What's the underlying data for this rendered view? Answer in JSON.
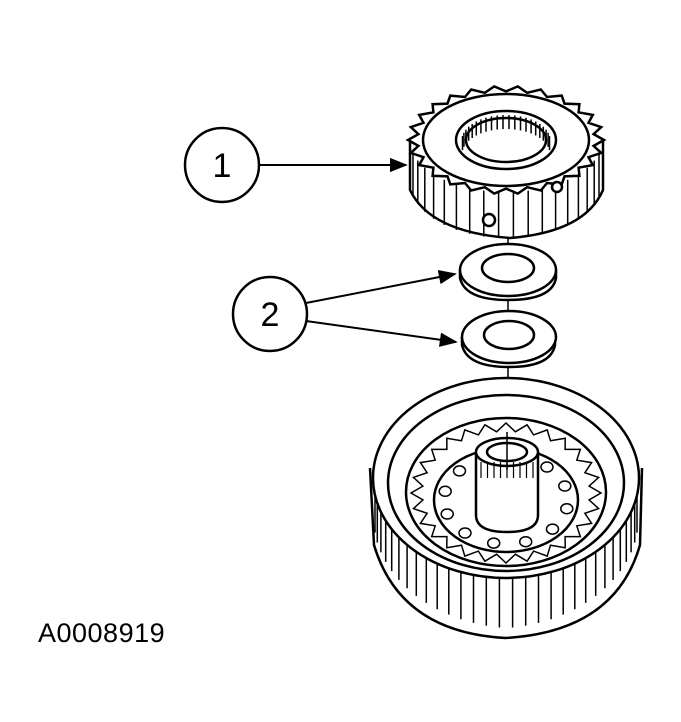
{
  "callouts": [
    {
      "number": "1"
    },
    {
      "number": "2"
    }
  ],
  "figure_id": "A0008919",
  "colors": {
    "line": "#000000",
    "background": "#ffffff"
  }
}
